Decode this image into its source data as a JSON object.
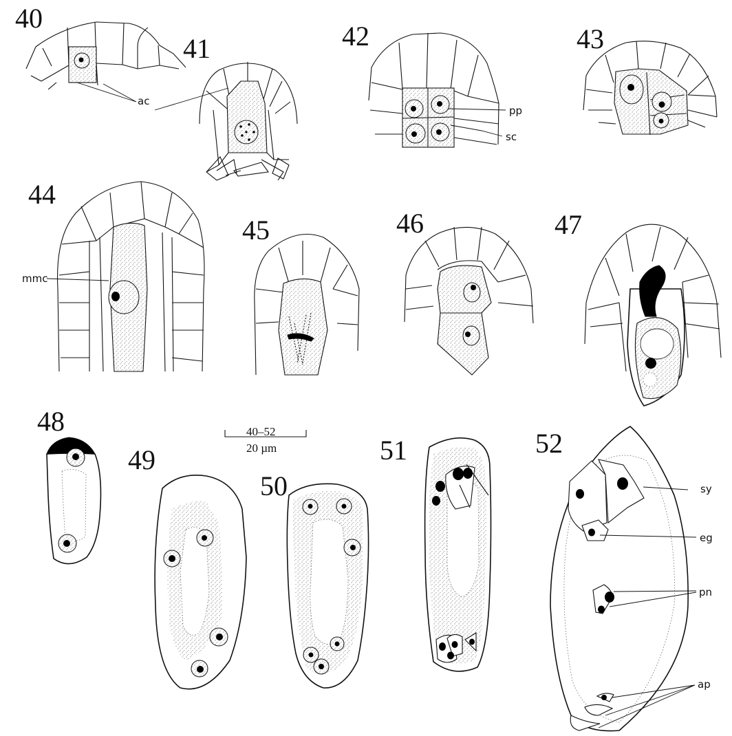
{
  "figure_numbers": {
    "f40": "40",
    "f41": "41",
    "f42": "42",
    "f43": "43",
    "f44": "44",
    "f45": "45",
    "f46": "46",
    "f47": "47",
    "f48": "48",
    "f49": "49",
    "f50": "50",
    "f51": "51",
    "f52": "52"
  },
  "labels": {
    "ac": "ac",
    "pp": "pp",
    "sc": "sc",
    "mmc": "mmc",
    "sy": "sy",
    "eg": "eg",
    "pn": "pn",
    "ap": "ap"
  },
  "scale_bar": {
    "range": "40–52",
    "length": "20 µm"
  }
}
